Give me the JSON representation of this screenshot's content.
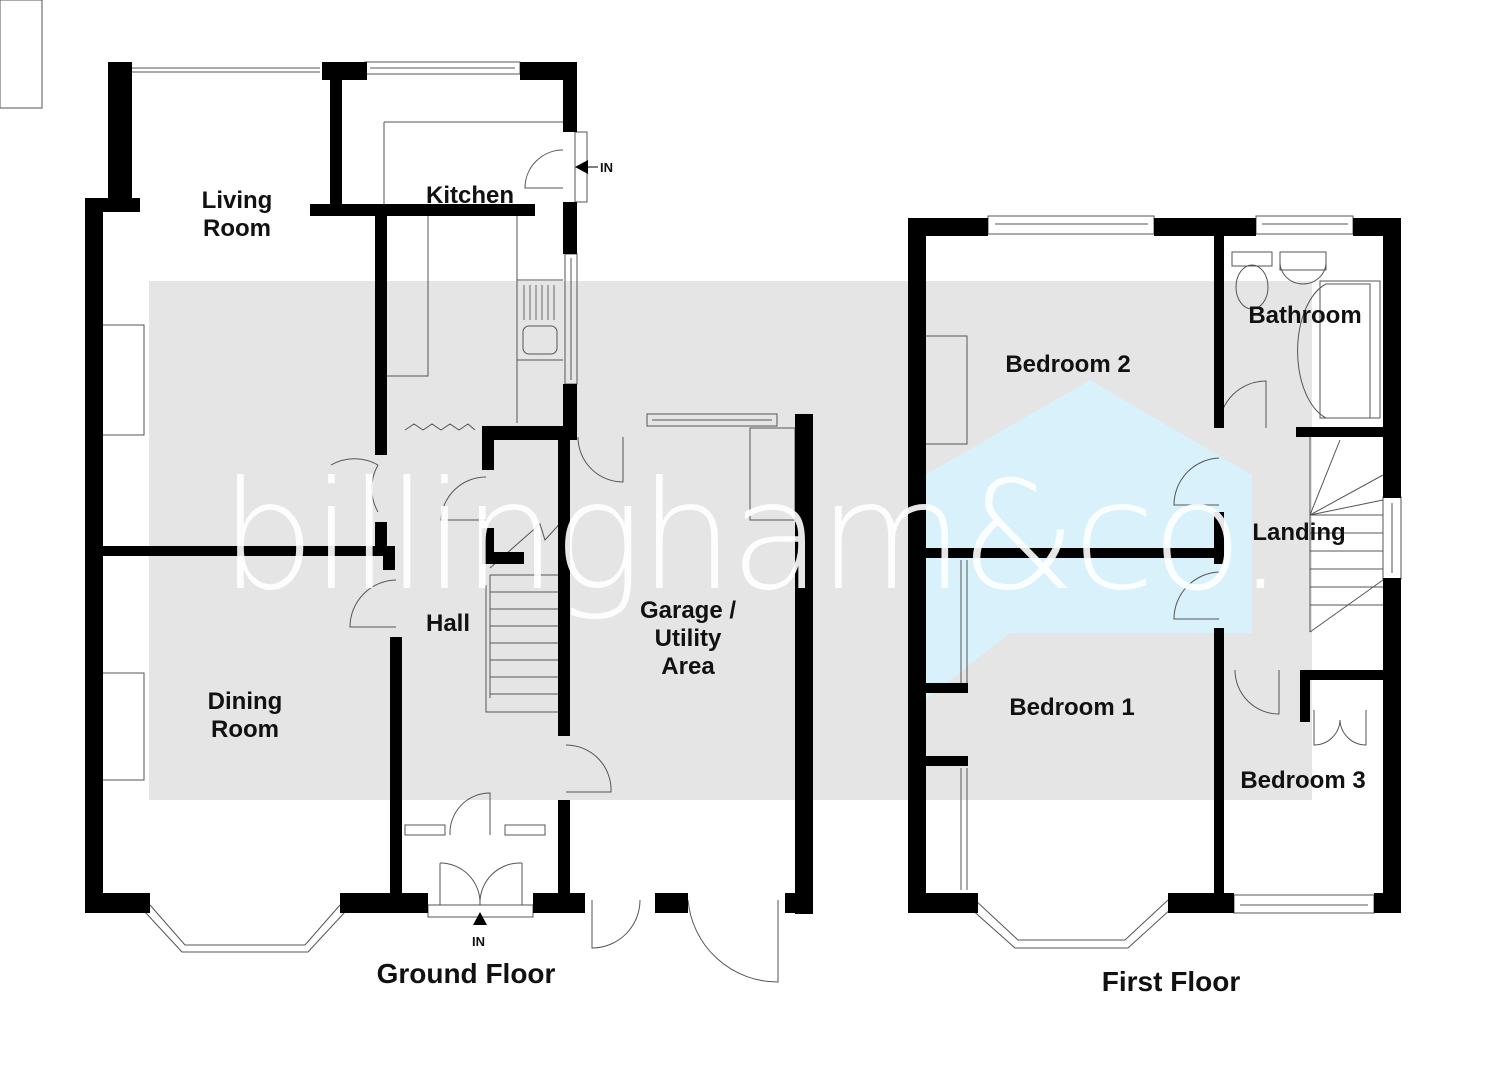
{
  "plan": {
    "type": "floor plan",
    "colors": {
      "wall": "#000000",
      "watermark_band": "#e5e5e5",
      "watermark_house": "#d8f1fa",
      "watermark_text": "#ffffff",
      "watermark_amp": "#e6d9d9",
      "line": "#444444"
    },
    "watermark": {
      "brand": "billingham",
      "suffix": "&co."
    },
    "ground_floor": {
      "title": "Ground Floor",
      "rooms": {
        "living_room": "Living\nRoom",
        "kitchen": "Kitchen",
        "hall": "Hall",
        "dining_room": "Dining\nRoom",
        "garage": "Garage /\nUtility\nArea"
      },
      "entrances": {
        "kitchen_side": "IN",
        "front": "IN"
      }
    },
    "first_floor": {
      "title": "First Floor",
      "rooms": {
        "bedroom_2": "Bedroom 2",
        "bathroom": "Bathroom",
        "landing": "Landing",
        "bedroom_1": "Bedroom 1",
        "bedroom_3": "Bedroom 3"
      }
    }
  }
}
